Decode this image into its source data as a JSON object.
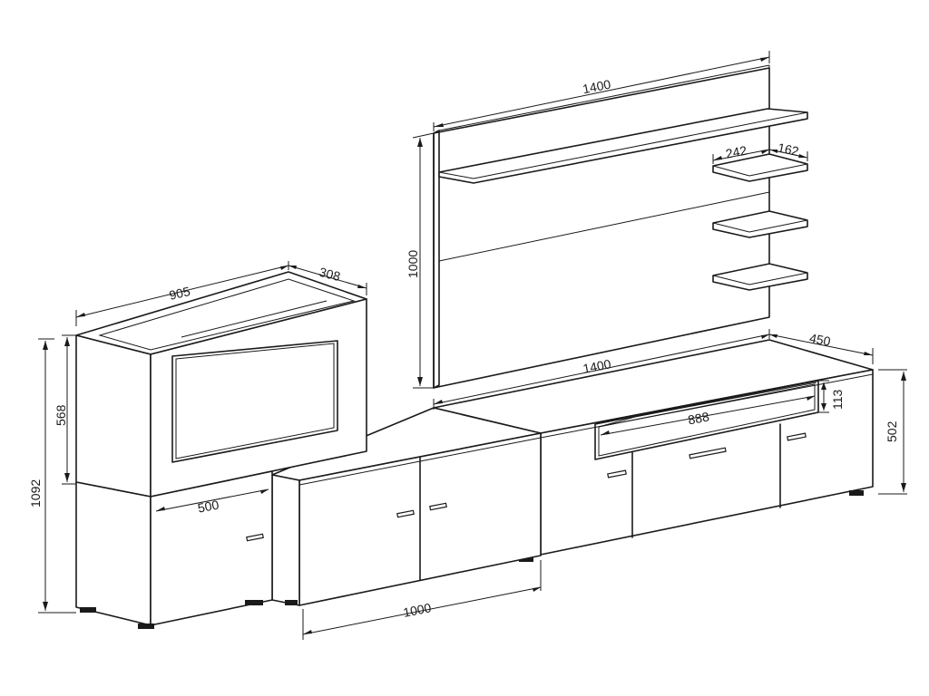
{
  "dimensions": {
    "panel_width_top": "1400",
    "panel_height": "1000",
    "shelf_width": "242",
    "shelf_depth": "162",
    "showcase_width": "905",
    "showcase_depth": "308",
    "showcase_glass_height": "568",
    "showcase_total_height": "1092",
    "showcase_lower_width": "500",
    "middle_cabinet_width": "1000",
    "tv_cabinet_width": "1400",
    "tv_cabinet_depth": "450",
    "tv_cabinet_height": "502",
    "niche_width": "888",
    "niche_height": "113"
  }
}
